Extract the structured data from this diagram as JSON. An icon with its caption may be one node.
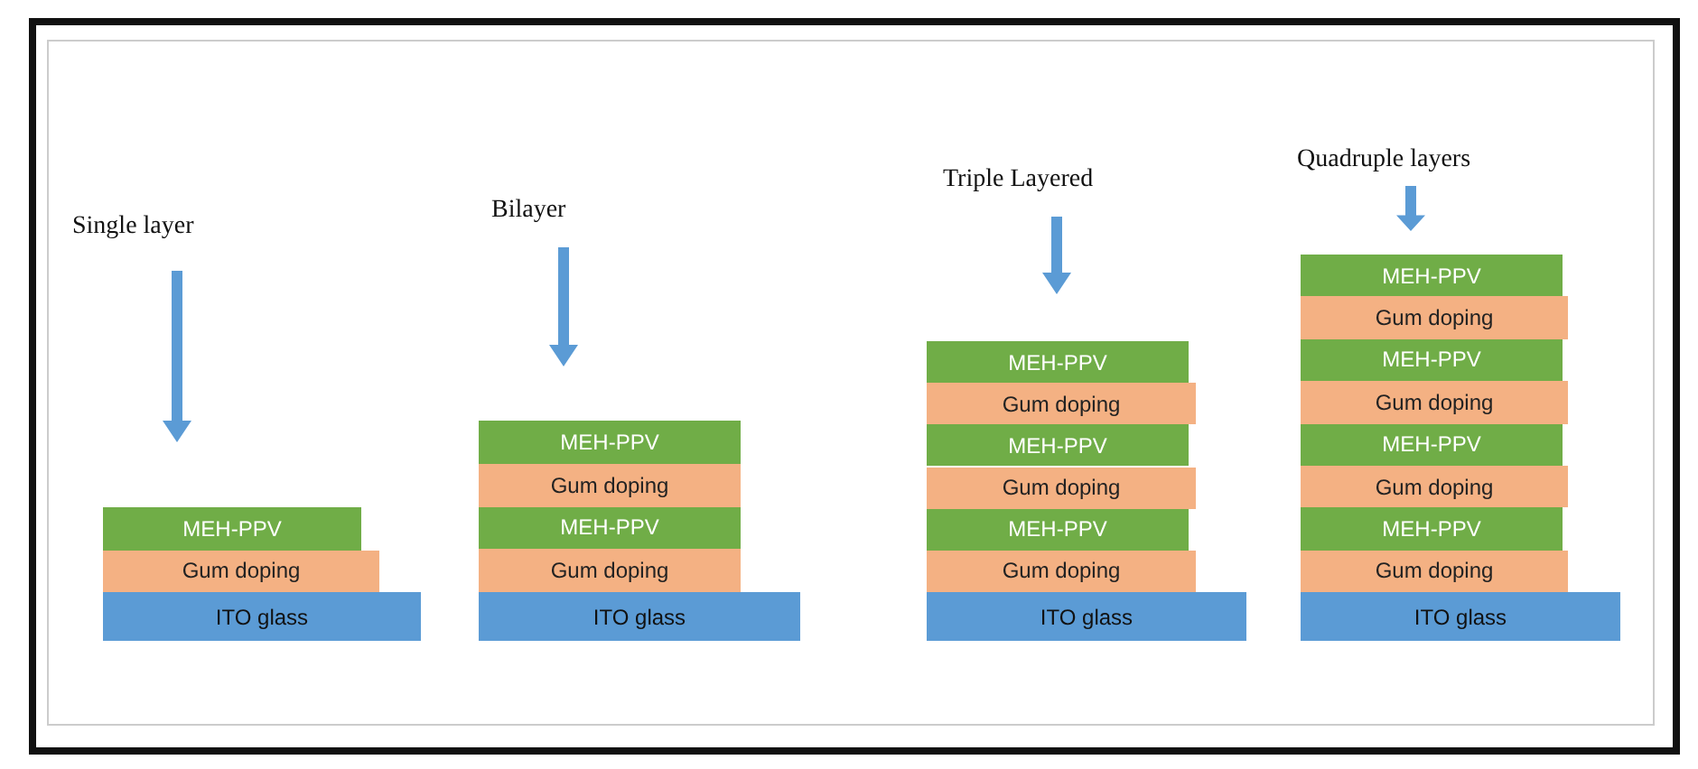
{
  "diagram": {
    "nodes": [
      {
        "text": [
          "MEH-PPV"
        ]
      },
      {
        "text": [
          "Gum doping"
        ]
      },
      {
        "text": [
          "ITO glass"
        ]
      },
      {
        "text": [
          "MEH-PPV"
        ]
      },
      {
        "text": [
          "Gum doping"
        ]
      },
      {
        "text": [
          "MEH-PPV"
        ]
      },
      {
        "text": [
          "Gum doping"
        ]
      },
      {
        "text": [
          "ITO glass"
        ]
      },
      {
        "text": [
          "MEH-PPV"
        ]
      },
      {
        "text": [
          "Gum doping"
        ]
      },
      {
        "text": [
          "MEH-PPV"
        ]
      },
      {
        "text": [
          "Gum doping"
        ]
      },
      {
        "text": [
          "MEH-PPV"
        ]
      },
      {
        "text": [
          "Gum doping"
        ]
      },
      {
        "text": [
          "ITO glass"
        ]
      },
      {
        "text": [
          "MEH-PPV"
        ]
      },
      {
        "text": [
          "Gum doping"
        ]
      },
      {
        "text": [
          "MEH-PPV"
        ]
      },
      {
        "text": [
          "Gum doping"
        ]
      },
      {
        "text": [
          "MEH-PPV"
        ]
      },
      {
        "text": [
          "Gum doping"
        ]
      },
      {
        "text": [
          "MEH-PPV"
        ]
      },
      {
        "text": [
          "Gum doping"
        ]
      },
      {
        "text": [
          "ITO glass"
        ]
      }
    ],
    "edges": [],
    "labels": [
      "Single layer",
      "Bilayer",
      "Triple Layered",
      "Quadruple layers"
    ]
  }
}
